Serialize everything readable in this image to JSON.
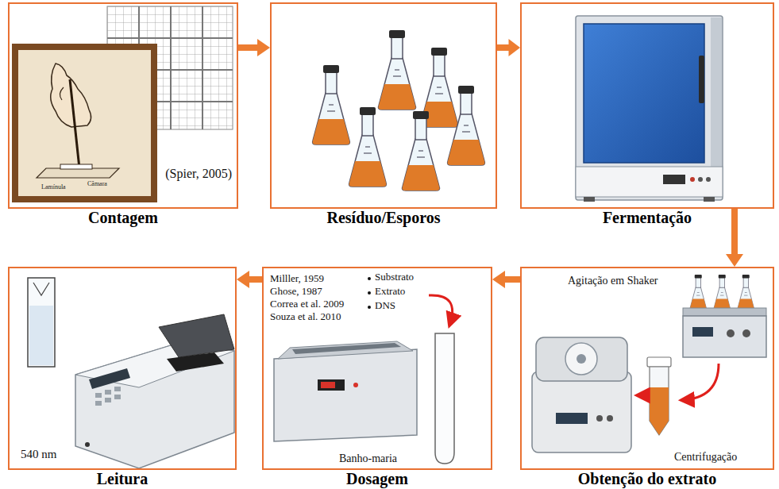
{
  "diagram": {
    "nodes": [
      {
        "text": [
          "Contagem",
          "(Spier, 2005)"
        ]
      },
      {
        "text": [
          "Resíduo/Esporos"
        ]
      },
      {
        "text": [
          "Fermentação"
        ]
      },
      {
        "text": [
          "Leitura",
          "540 nm"
        ]
      },
      {
        "text": [
          "Dosagem",
          "Milller, 1959",
          "Ghose, 1987",
          "Correa et al. 2009",
          "Souza et al. 2010",
          "Substrato",
          "Extrato",
          "DNS",
          "Banho-maria"
        ]
      },
      {
        "text": [
          "Obtenção do extrato",
          "Agitação em Shaker",
          "Centrifugação"
        ]
      }
    ],
    "edges": [
      {
        "from": 0,
        "to": 1,
        "arrow": "to"
      },
      {
        "from": 1,
        "to": 2,
        "arrow": "to"
      },
      {
        "from": 2,
        "to": 5,
        "arrow": "to"
      },
      {
        "from": 5,
        "to": 4,
        "arrow": "to"
      },
      {
        "from": 4,
        "to": 3,
        "arrow": "to"
      }
    ],
    "labels": [
      "Câmara",
      "Lamínula"
    ]
  }
}
